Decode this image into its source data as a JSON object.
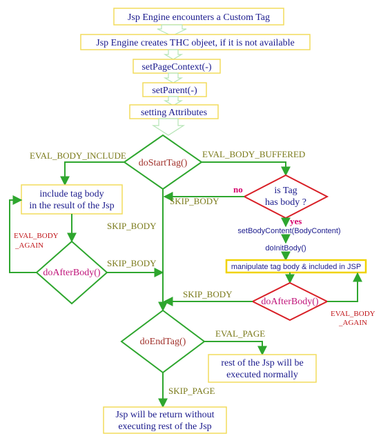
{
  "colors": {
    "box_border": "#f2dc5b",
    "box_border_strong": "#f0d200",
    "box_text": "#1a1a8c",
    "green": "#2ea62e",
    "arrow_light": "#b4e4b4",
    "red": "#d81f26",
    "label_olive": "#7a7a1a",
    "label_red": "#c0161a",
    "label_pink": "#d4006a",
    "dec_maroon": "#a0302a",
    "dec_magenta": "#c0147a"
  },
  "boxes": {
    "encounter": "Jsp Engine encounters a Custom Tag",
    "create_thc": "Jsp Engine creates THC objeet, if it is not available",
    "set_page_context": "setPageContext(-)",
    "set_parent": "setParent(-)",
    "setting_attributes": "setting Attributes",
    "include_body_line1": "include tag body",
    "include_body_line2": "in the result of the Jsp",
    "manipulate": "manipulate tag body & included in JSP",
    "rest_line1": "rest of the Jsp will be",
    "rest_line2": "executed normally",
    "return_line1": "Jsp will be return without",
    "return_line2": "executing rest of the Jsp"
  },
  "decisions": {
    "do_start_tag": "doStartTag()",
    "is_tag_line1": "is Tag",
    "is_tag_line2": "has body ?",
    "do_after_body_left": "doAfterBody()",
    "do_after_body_right": "doAfterBody()",
    "do_end_tag": "doEndTag()"
  },
  "methods": {
    "set_body_content": "setBodyContent(BodyContent)",
    "do_init_body": "doInitBody()"
  },
  "labels": {
    "eval_body_include": "EVAL_BODY_INCLUDE",
    "eval_body_buffered": "EVAL_BODY_BUFFERED",
    "no": "no",
    "yes": "yes",
    "skip_body_top": "SKIP_BODY",
    "skip_body_mid": "SKIP_BODY",
    "skip_body_left": "SKIP_BODY",
    "skip_body_right": "SKIP_BODY",
    "eval_body_again_left_1": "EVAL_BODY",
    "eval_body_again_left_2": "_AGAIN",
    "eval_body_again_right_1": "EVAL_BODY",
    "eval_body_again_right_2": "_AGAIN",
    "eval_page": "EVAL_PAGE",
    "skip_page": "SKIP_PAGE"
  }
}
